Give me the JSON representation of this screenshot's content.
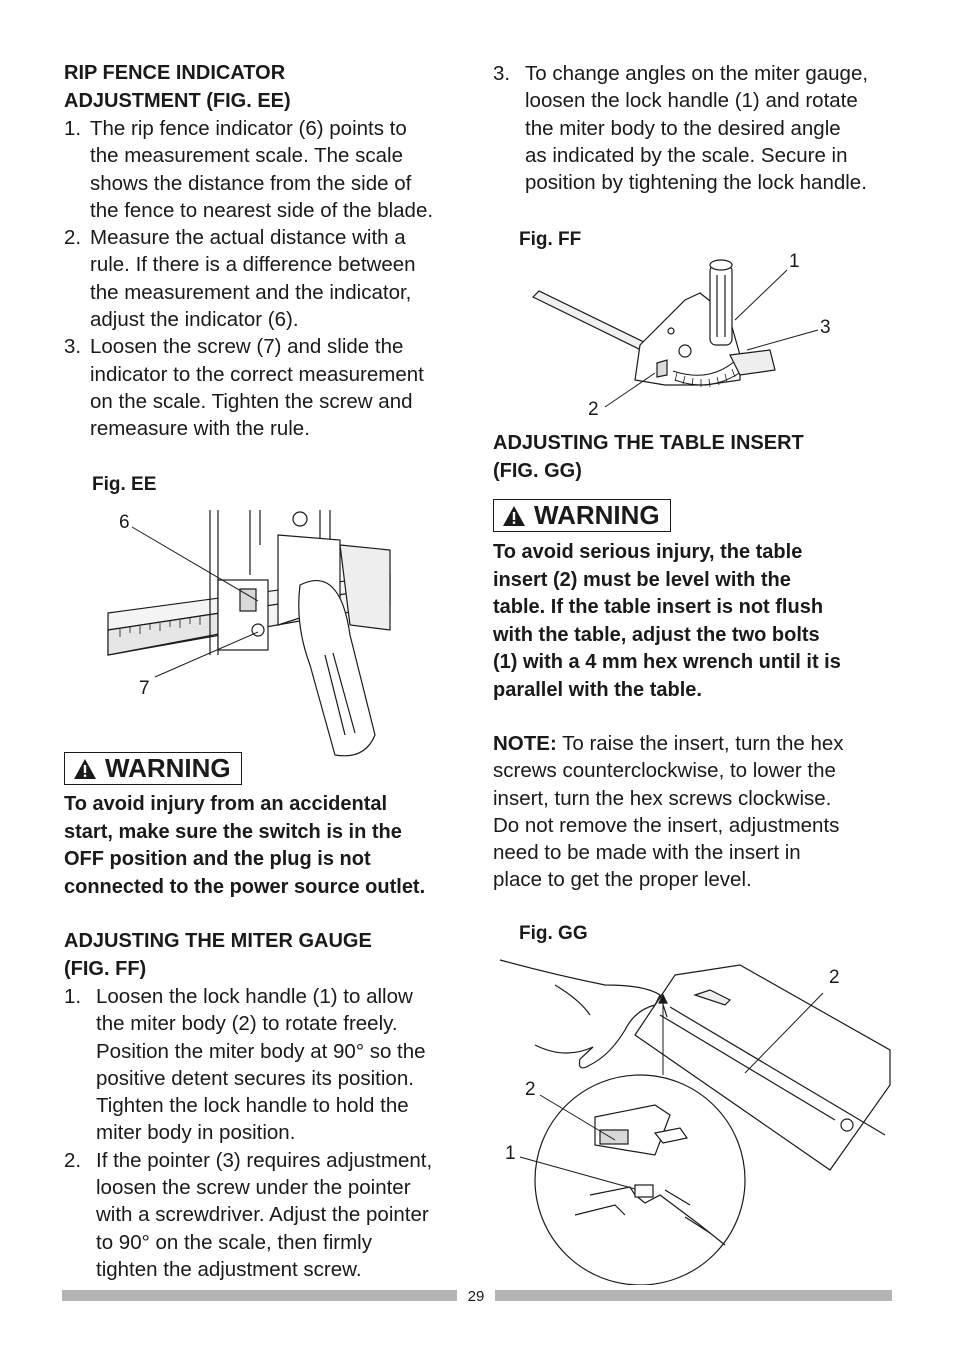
{
  "left": {
    "rip_heading": [
      "RIP FENCE INDICATOR",
      "ADJUSTMENT (FIG. EE)"
    ],
    "rip_steps": [
      {
        "num": "1.",
        "lines": [
          "The rip fence indicator (6) points to",
          "the measurement scale. The scale",
          "shows the distance from the side of",
          "the fence to nearest side of the blade."
        ]
      },
      {
        "num": "2.",
        "lines": [
          "Measure the actual distance with a",
          "rule. If there is a difference between",
          "the measurement and the indicator,",
          "adjust the indicator (6)."
        ]
      },
      {
        "num": "3.",
        "lines": [
          "Loosen the screw (7) and slide the",
          "indicator to the correct measurement",
          "on the scale. Tighten the screw and",
          "remeasure with the rule."
        ]
      }
    ],
    "fig_ee": {
      "label": "Fig. EE",
      "callout_6": "6",
      "callout_7": "7"
    },
    "warning": {
      "title": "WARNING",
      "lines": [
        "To avoid injury from an accidental",
        "start, make sure the switch is in the",
        "OFF position and the plug is not",
        "connected to the power source outlet."
      ]
    },
    "miter_heading": [
      "ADJUSTING THE MITER GAUGE",
      "(FIG. FF)"
    ],
    "miter_steps": [
      {
        "num": "1.",
        "lines": [
          "Loosen the lock handle (1) to allow",
          "the miter body (2) to rotate freely.",
          "Position the miter body at 90° so the",
          "positive detent secures its position.",
          "Tighten the lock handle to hold the",
          "miter body in position."
        ]
      },
      {
        "num": "2.",
        "lines": [
          "If the pointer (3) requires adjustment,",
          "loosen the screw under the pointer",
          "with a screwdriver. Adjust the pointer",
          "to 90° on the scale, then firmly",
          "tighten the adjustment screw."
        ]
      }
    ]
  },
  "right": {
    "miter_step3": {
      "num": "3.",
      "lines": [
        "To change angles on the miter gauge,",
        "loosen the lock handle (1) and rotate",
        "the miter body to the desired angle",
        "as indicated by the scale. Secure in",
        "position by tightening the lock handle."
      ]
    },
    "fig_ff": {
      "label": "Fig. FF",
      "callout_1": "1",
      "callout_2": "2",
      "callout_3": "3"
    },
    "insert_heading": [
      "ADJUSTING THE TABLE INSERT",
      "(FIG. GG)"
    ],
    "warning": {
      "title": "WARNING",
      "lines": [
        "To avoid serious injury, the table",
        "insert (2) must be level with the",
        "table. If the table insert is not flush",
        "with the table, adjust the two bolts",
        "(1) with a 4 mm hex wrench until it is",
        "parallel with the table."
      ]
    },
    "note": {
      "label": "NOTE:",
      "first_line": " To raise the insert, turn the hex",
      "lines": [
        "screws counterclockwise, to lower the",
        "insert, turn the hex screws clockwise.",
        "Do not remove the insert, adjustments",
        "need to be made with the insert in",
        "place to get the proper level."
      ]
    },
    "fig_gg": {
      "label": "Fig. GG",
      "callout_2a": "2",
      "callout_2b": "2",
      "callout_1": "1"
    }
  },
  "footer": {
    "page_number": "29"
  }
}
